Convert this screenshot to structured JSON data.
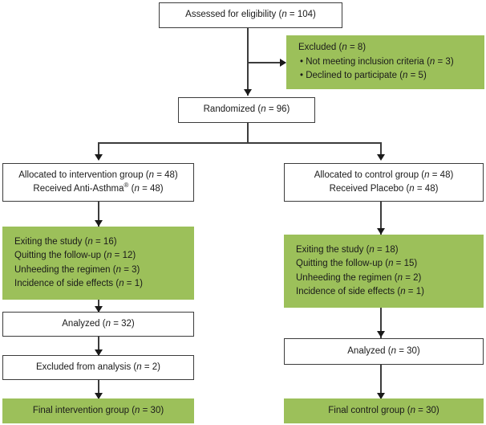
{
  "diagram": {
    "type": "consort-flow-diagram",
    "colors": {
      "green_fill": "#9cc05a",
      "box_border": "#3c3c3c",
      "connector": "#3c3c3c",
      "background": "#ffffff",
      "text": "#1a1a1a"
    },
    "nodes": {
      "assessed": {
        "label": "Assessed for eligibility (n = 104)",
        "text": "Assessed for eligibility (",
        "var": "n",
        "tail": " = 104)",
        "style": "white"
      },
      "excluded": {
        "style": "green",
        "title_pre": "Excluded (",
        "title_var": "n",
        "title_tail": " = 8)",
        "lines": [
          {
            "pre": "• Not meeting inclusion criteria (",
            "var": "n",
            "tail": " = 3)"
          },
          {
            "pre": "• Declined to participate (",
            "var": "n",
            "tail": " = 5)"
          }
        ]
      },
      "randomized": {
        "style": "white",
        "pre": "Randomized (",
        "var": "n",
        "tail": " = 96)"
      },
      "allocated_intervention": {
        "style": "white",
        "lines": [
          {
            "pre": "Allocated to intervention group (",
            "var": "n",
            "tail": " = 48)"
          },
          {
            "pre": "Received Anti-Asthma",
            "sup": "®",
            "mid": " (",
            "var": "n",
            "tail": " = 48)"
          }
        ]
      },
      "allocated_control": {
        "style": "white",
        "lines": [
          {
            "pre": "Allocated to control group (",
            "var": "n",
            "tail": " = 48)"
          },
          {
            "pre": "Received Placebo (",
            "var": "n",
            "tail": " = 48)"
          }
        ]
      },
      "followup_intervention": {
        "style": "green",
        "lines": [
          {
            "pre": "Exiting the study (",
            "var": "n",
            "tail": " = 16)"
          },
          {
            "pre": "Quitting the follow-up (",
            "var": "n",
            "tail": " = 12)"
          },
          {
            "pre": "Unheeding the regimen (",
            "var": "n",
            "tail": " = 3)"
          },
          {
            "pre": "Incidence of side effects (",
            "var": "n",
            "tail": " = 1)"
          }
        ]
      },
      "followup_control": {
        "style": "green",
        "lines": [
          {
            "pre": "Exiting the study (",
            "var": "n",
            "tail": " = 18)"
          },
          {
            "pre": "Quitting the follow-up (",
            "var": "n",
            "tail": " = 15)"
          },
          {
            "pre": "Unheeding the regimen (",
            "var": "n",
            "tail": " = 2)"
          },
          {
            "pre": "Incidence of side effects (",
            "var": "n",
            "tail": " = 1)"
          }
        ]
      },
      "analyzed_intervention": {
        "style": "white",
        "pre": "Analyzed (",
        "var": "n",
        "tail": " = 32)"
      },
      "excluded_from_analysis": {
        "style": "white",
        "pre": "Excluded from analysis (",
        "var": "n",
        "tail": " = 2)"
      },
      "analyzed_control": {
        "style": "white",
        "pre": "Analyzed (",
        "var": "n",
        "tail": " = 30)"
      },
      "final_intervention": {
        "style": "green",
        "pre": "Final intervention group (",
        "var": "n",
        "tail": " = 30)"
      },
      "final_control": {
        "style": "green",
        "pre": "Final control group (",
        "var": "n",
        "tail": " = 30)"
      }
    },
    "counts": {
      "assessed_for_eligibility": 104,
      "excluded_total": 8,
      "excluded_not_meeting_inclusion_criteria": 3,
      "excluded_declined_to_participate": 5,
      "randomized": 96,
      "allocated_intervention": 48,
      "received_anti_asthma": 48,
      "allocated_control": 48,
      "received_placebo": 48,
      "intervention_exiting_study": 16,
      "intervention_quitting_followup": 12,
      "intervention_unheeding_regimen": 3,
      "intervention_side_effects": 1,
      "control_exiting_study": 18,
      "control_quitting_followup": 15,
      "control_unheeding_regimen": 2,
      "control_side_effects": 1,
      "analyzed_intervention": 32,
      "excluded_from_analysis_intervention": 2,
      "analyzed_control": 30,
      "final_intervention_group": 30,
      "final_control_group": 30
    }
  }
}
